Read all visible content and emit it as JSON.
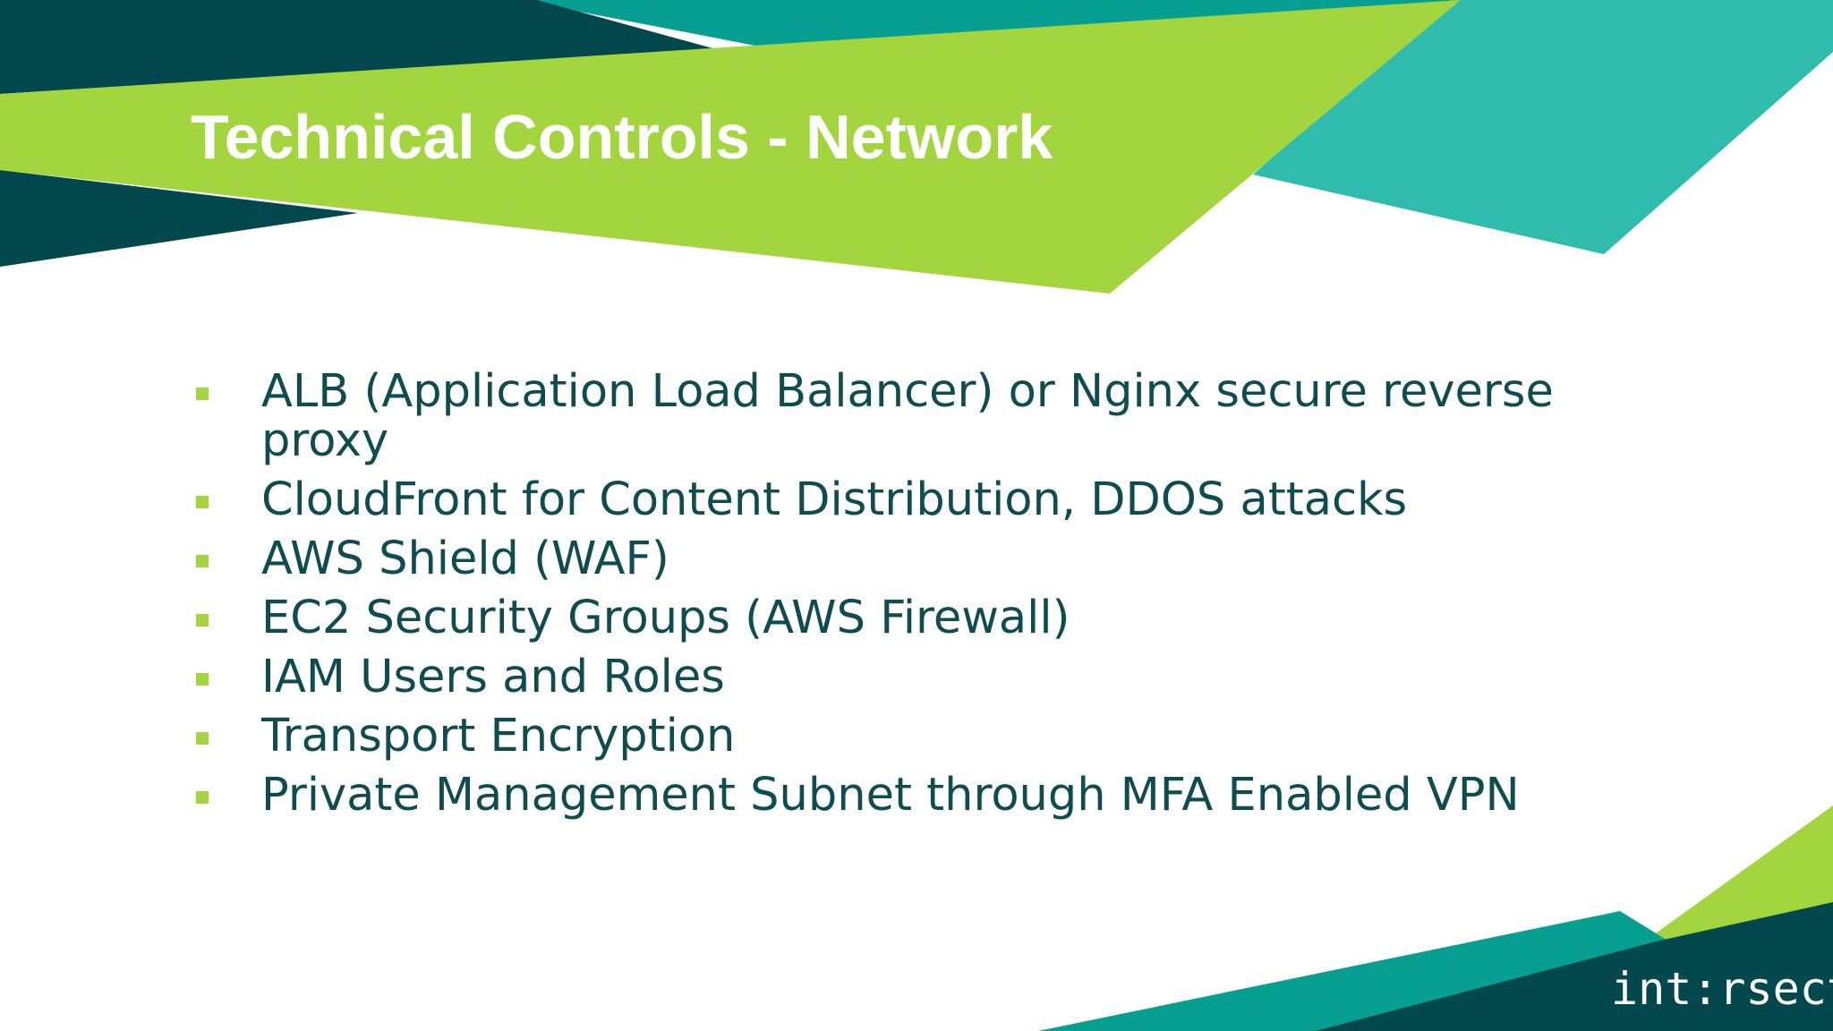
{
  "slide": {
    "title": "Technical Controls - Network",
    "bullets": [
      "ALB (Application Load Balancer) or Nginx secure reverse proxy",
      "CloudFront for Content Distribution, DDOS attacks",
      "AWS Shield (WAF)",
      "EC2 Security Groups (AWS Firewall)",
      "IAM Users and Roles",
      "Transport Encryption",
      "Private Management Subnet through MFA Enabled VPN"
    ],
    "logo_text": "int:rsect"
  },
  "colors": {
    "dark_teal": "#03484d",
    "teal": "#079f91",
    "light_teal": "#2fbcad",
    "lime": "#a3d63e",
    "bullet_text": "#0f4c4f",
    "bullet_marker": "#a3d63e",
    "title_text": "#ffffff"
  }
}
